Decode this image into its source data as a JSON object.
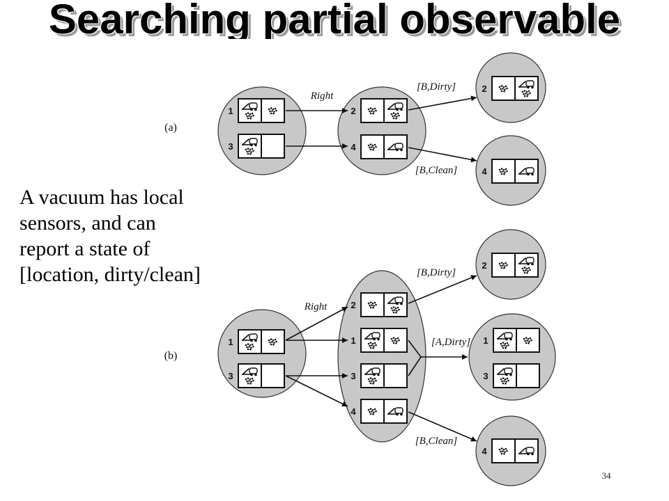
{
  "slide": {
    "title": "Searching partial observable",
    "body_lines": [
      "A vacuum has local",
      "sensors, and can",
      "report a state of",
      "[location, dirty/clean]"
    ],
    "page_number": "34"
  },
  "diagram": {
    "states": {
      "1": {
        "left": [
          "vacuum-icon",
          "dirt-icon"
        ],
        "right": [
          "dirt-icon"
        ]
      },
      "2": {
        "left": [
          "dirt-icon"
        ],
        "right": [
          "vacuum-icon",
          "dirt-icon"
        ]
      },
      "3": {
        "left": [
          "vacuum-icon",
          "dirt-icon"
        ],
        "right": []
      },
      "4": {
        "left": [
          "dirt-icon"
        ],
        "right": [
          "vacuum-icon"
        ]
      }
    },
    "panels": [
      {
        "label": "(a)",
        "belief": [
          "1",
          "3"
        ],
        "action": "Right",
        "predicted": [
          "2",
          "4"
        ],
        "percepts": [
          {
            "label": "[B,Dirty]",
            "result": [
              "2"
            ]
          },
          {
            "label": "[B,Clean]",
            "result": [
              "4"
            ]
          }
        ]
      },
      {
        "label": "(b)",
        "belief": [
          "1",
          "3"
        ],
        "action": "Right",
        "predicted": [
          "2",
          "1",
          "3",
          "4"
        ],
        "percepts": [
          {
            "label": "[B,Dirty]",
            "result": [
              "2"
            ]
          },
          {
            "label": "[A,Dirty]",
            "result": [
              "1",
              "3"
            ]
          },
          {
            "label": "[B,Clean]",
            "result": [
              "4"
            ]
          }
        ]
      }
    ],
    "colors": {
      "belief_fill": "#c8c8c8",
      "belief_stroke": "#333333",
      "cell_fill": "#ffffff",
      "ink": "#111111"
    }
  }
}
